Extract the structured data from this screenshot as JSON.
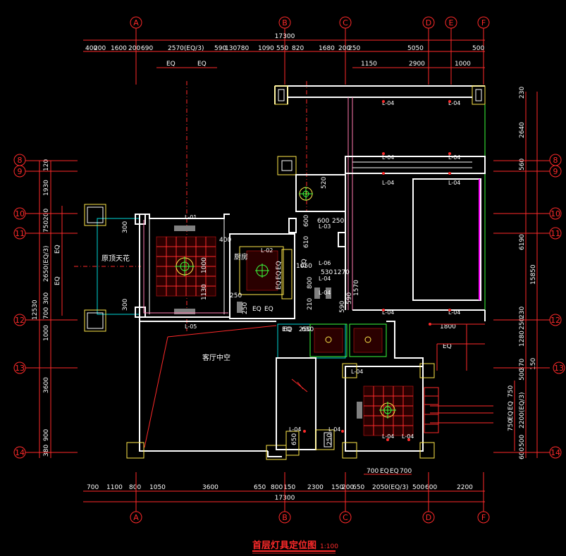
{
  "colors": {
    "background": "#000000",
    "dimension": "#ff2a2a",
    "wall": "#ffffff",
    "accent_cyan": "#00d8d8",
    "accent_yellow": "#ffe84a",
    "accent_magenta": "#ff00ff"
  },
  "title": {
    "text": "首层灯具定位图",
    "scale": "1:100"
  },
  "rooms": {
    "ceiling": "原顶天花",
    "kitchen": "厨房",
    "living": "客厅中空"
  },
  "axes": {
    "top": [
      "A",
      "B",
      "C",
      "D",
      "E",
      "F"
    ],
    "bottom": [
      "A",
      "B",
      "C",
      "D",
      "F"
    ],
    "left": [
      "8",
      "9",
      "10",
      "11",
      "12",
      "13",
      "14"
    ],
    "right": [
      "8",
      "9",
      "10",
      "11",
      "12",
      "13",
      "14"
    ]
  },
  "dims": {
    "top_total": "17300",
    "bottom_total": "17300",
    "right_total": "15850",
    "left_total": "12530",
    "top_row1": [
      "400",
      "200",
      "1600",
      "200",
      "690",
      "2570(EQ/3)",
      "590",
      "130",
      "780",
      "1090",
      "550",
      "820",
      "1680",
      "200",
      "250",
      "5050",
      "500"
    ],
    "top_row2": [
      "EQ",
      "EQ",
      "1150",
      "2900",
      "1000"
    ],
    "bottom_row1": [
      "700",
      "1100",
      "800",
      "1050",
      "3600",
      "650",
      "800",
      "150",
      "2300",
      "150",
      "200",
      "650",
      "2050(EQ/3)",
      "500",
      "600",
      "2200"
    ],
    "bottom_row2": [
      "700",
      "EQ",
      "EQ",
      "700"
    ],
    "left_col": [
      "120",
      "1930",
      "200",
      "750",
      "2650(EQ/3)",
      "EQ",
      "EQ",
      "700",
      "300",
      "1000",
      "3600",
      "900",
      "380"
    ],
    "right_col": [
      "230",
      "2640",
      "560",
      "6190",
      "230",
      "250",
      "1280",
      "150",
      "370",
      "500",
      "750",
      "EQ",
      "EQ",
      "750",
      "2200(EQ/3)",
      "500",
      "600"
    ],
    "interior": [
      "300",
      "300",
      "400",
      "1000",
      "1130",
      "250",
      "250",
      "EQ",
      "EQ",
      "EQ",
      "EQ",
      "EQ",
      "EQ",
      "250",
      "1050",
      "520",
      "600",
      "600",
      "250",
      "610",
      "530",
      "1270",
      "800",
      "210",
      "590",
      "590",
      "1570",
      "1800",
      "EQ",
      "EQ",
      "650",
      "650",
      "250",
      "EQ"
    ]
  },
  "lamp_tags": [
    "L-04",
    "L-03",
    "L-06",
    "L-02",
    "L-01",
    "L-05"
  ]
}
